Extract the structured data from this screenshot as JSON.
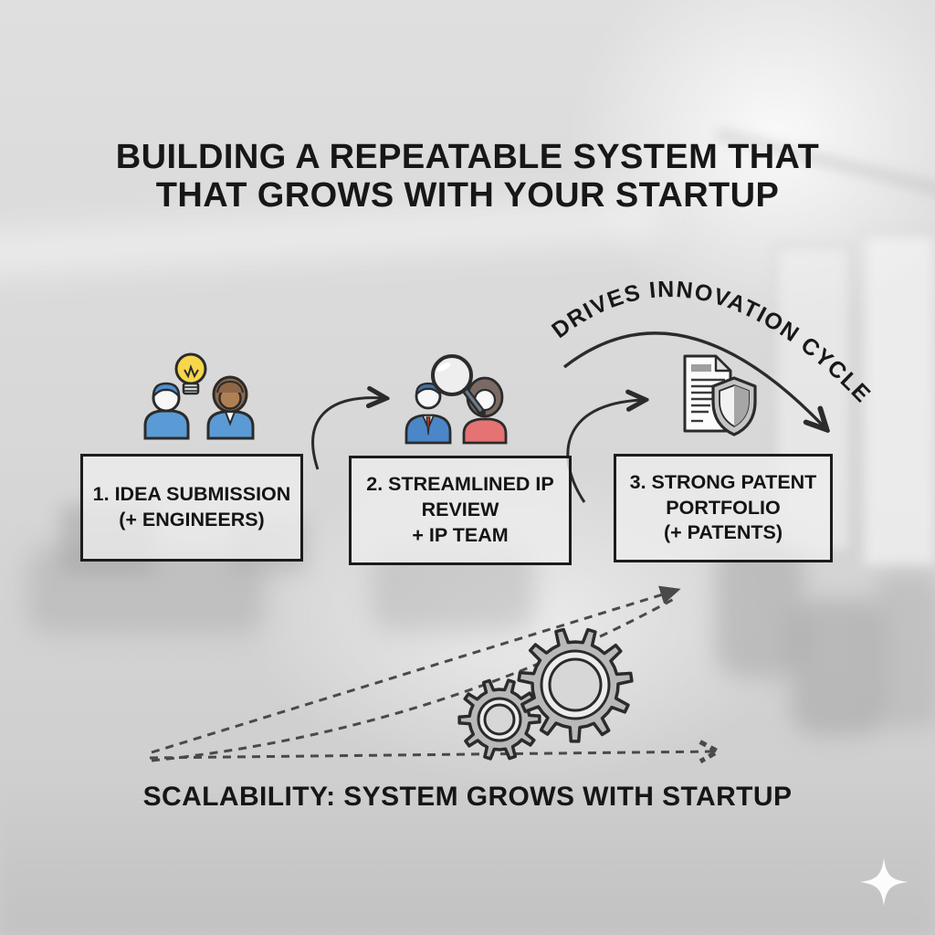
{
  "title": {
    "line1": "BUILDING A REPEATABLE SYSTEM THAT",
    "line2": "THAT GROWS WITH YOUR STARTUP"
  },
  "flow": {
    "cycle_label": "DRIVES INNOVATION CYCLE",
    "steps": [
      {
        "label": "1. IDEA SUBMISSION\n(+ ENGINEERS)",
        "icon": "engineers-lightbulb-icon"
      },
      {
        "label": "2. STREAMLINED IP\nREVIEW\n+ IP TEAM",
        "icon": "ip-team-magnifier-icon"
      },
      {
        "label": "3. STRONG PATENT\nPORTFOLIO\n(+ PATENTS)",
        "icon": "patent-document-shield-icon"
      }
    ]
  },
  "scalability": {
    "label": "SCALABILITY: SYSTEM GROWS WITH STARTUP",
    "icon": "gears-icon"
  },
  "decorations": {
    "bottom_right": "sparkle-icon"
  },
  "colors": {
    "canvas_bg": "#d9d9d9",
    "ink": "#1d1d1d",
    "box_fill": "#ececec",
    "bulb_yellow": "#f6d64a",
    "person_blue": "#4e8fd0",
    "tie_red": "#c0392b",
    "woman_top_red": "#e57373",
    "skin_brown": "#b08055",
    "gear_gray": "#b9b9b9",
    "dashed_gray": "#4a4a4a"
  }
}
